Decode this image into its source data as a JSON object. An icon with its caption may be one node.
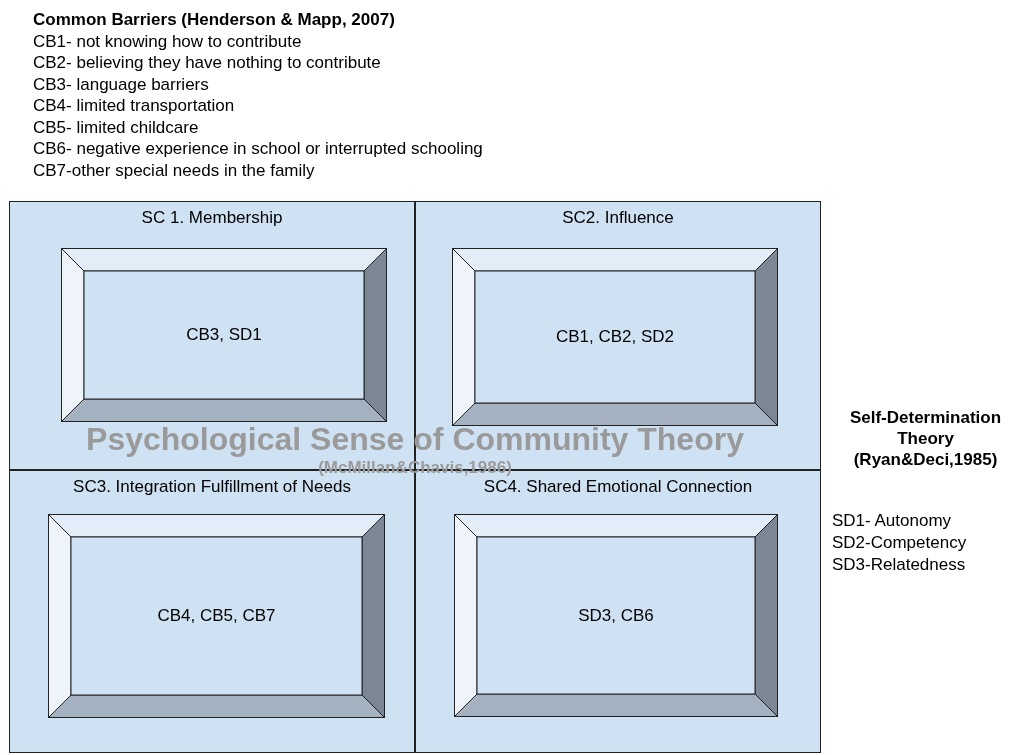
{
  "diagram": {
    "nodes": [
      {
        "text": [
          "SC 1. Membership"
        ]
      },
      {
        "text": [
          "CB3, SD1"
        ],
        "in": 0
      },
      {
        "text": [
          "SC2. Influence"
        ]
      },
      {
        "text": [
          "CB1, CB2, SD2"
        ],
        "in": 2
      },
      {
        "text": [
          "SC3. Integration Fulfillment of Needs"
        ]
      },
      {
        "text": [
          "CB4, CB5, CB7"
        ],
        "in": 4
      },
      {
        "text": [
          "SC4. Shared Emotional Connection"
        ]
      },
      {
        "text": [
          "SD3, CB6"
        ],
        "in": 6
      }
    ],
    "edges": [],
    "labels": [
      "Common Barriers (Henderson & Mapp, 2007)",
      "CB1- not knowing how to contribute",
      "CB2- believing they have nothing to contribute",
      "CB3- language barriers",
      "CB4- limited transportation",
      "CB5- limited childcare",
      "CB6- negative experience in school or interrupted schooling",
      "CB7-other special needs in the family",
      "Psychological Sense of Community Theory",
      "(McMillan&Chavis,1986)",
      "Self-Determination Theory (Ryan&Deci,1985)",
      "SD1- Autonomy",
      "SD2-Competency",
      "SD3-Relatedness"
    ]
  }
}
